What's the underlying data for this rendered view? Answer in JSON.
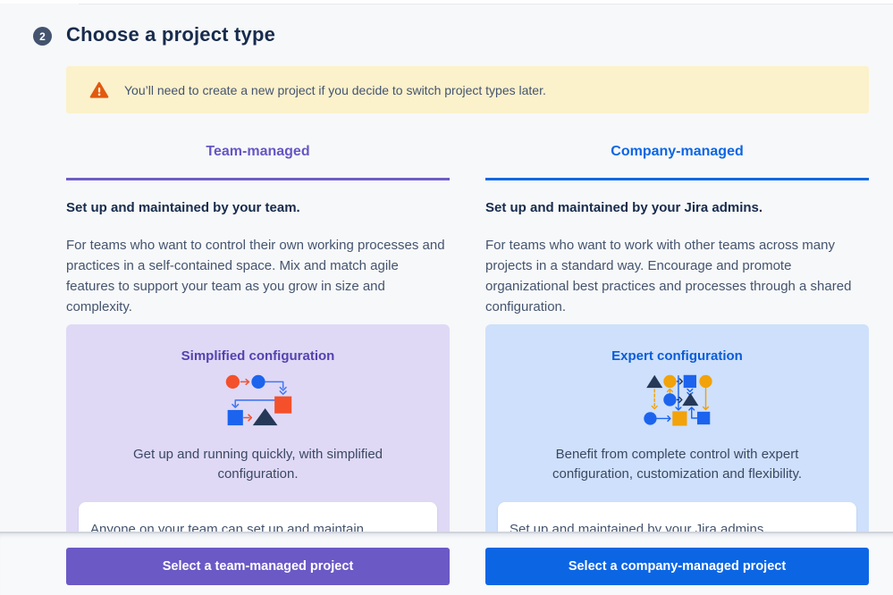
{
  "header": {
    "step_number": "2",
    "title": "Choose a project type"
  },
  "warning_banner": {
    "text": "You’ll need to create a new project if you decide to switch project types later.",
    "background_color": "#FBF1CB",
    "icon_color": "#E2590F"
  },
  "columns": [
    {
      "id": "team-managed",
      "tab_label": "Team-managed",
      "accent_color": "#6E5DC6",
      "subtitle": "Set up and maintained by your team.",
      "description": "For teams who want to control their own working processes and practices in a self-contained space. Mix and match agile features to support your team as you grow in size and complexity.",
      "feature_card": {
        "title": "Simplified configuration",
        "title_color": "#5442AE",
        "background_color": "#DFD9F6",
        "icon": "team-workflow-icon",
        "summary": "Get up and running quickly, with simplified configuration.",
        "detail_preview": "Anyone on your team can set up and maintain"
      },
      "button_label": "Select a team-managed project",
      "button_color": "#6B59C6"
    },
    {
      "id": "company-managed",
      "tab_label": "Company-managed",
      "accent_color": "#0C66E4",
      "subtitle": "Set up and maintained by your Jira admins.",
      "description": "For teams who want to work with other teams across many projects in a standard way. Encourage and promote organizational best practices and processes through a shared configuration.",
      "feature_card": {
        "title": "Expert configuration",
        "title_color": "#0B5CD7",
        "background_color": "#CEE0FB",
        "icon": "expert-workflow-icon",
        "summary": "Benefit from complete control with expert configuration, customization and flexibility.",
        "detail_preview": "Set up and maintained by your Jira admins"
      },
      "button_label": "Select a company-managed project",
      "button_color": "#0C66E4"
    }
  ]
}
